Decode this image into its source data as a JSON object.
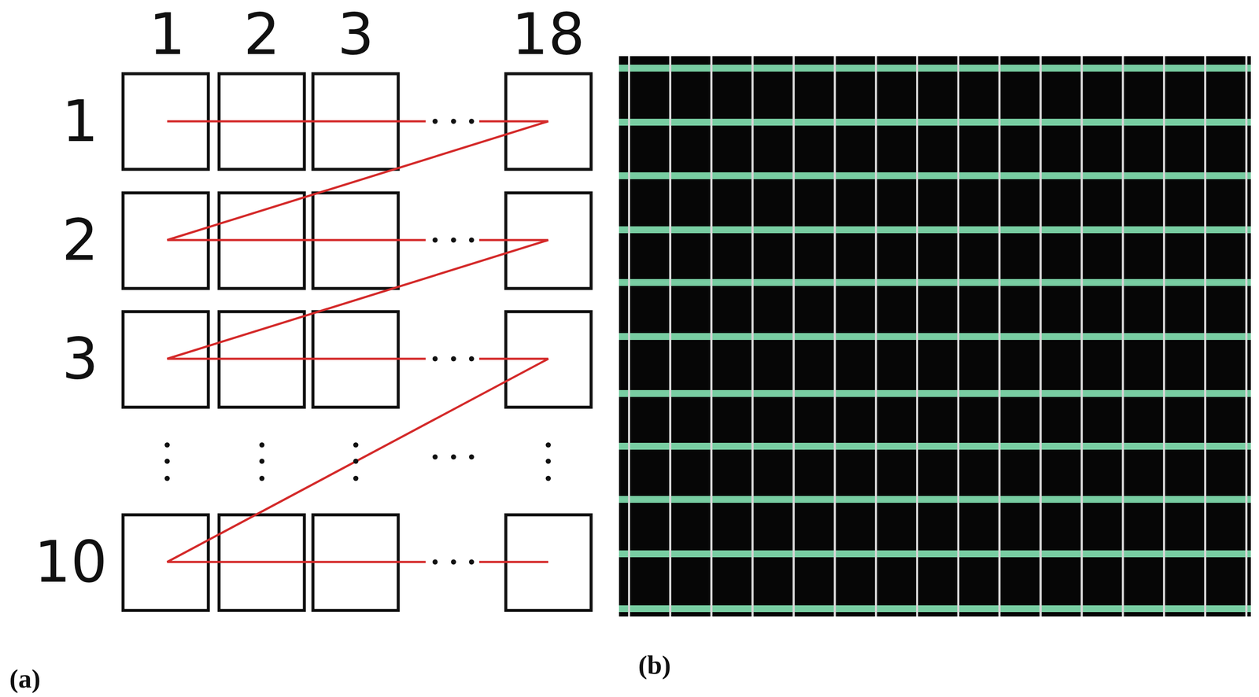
{
  "diagram": {
    "labels": [
      "1",
      "2",
      "3",
      "18",
      "1",
      "2",
      "3",
      "10",
      "(a)",
      "(b)"
    ]
  }
}
